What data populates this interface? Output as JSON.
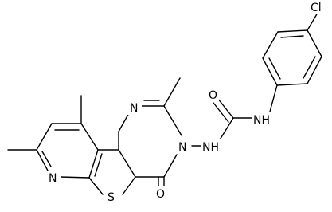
{
  "molecule": {
    "atoms": {
      "cl": "Cl",
      "o_urea": "O",
      "nh_urea": "NH",
      "nh_hydrazide": "NH",
      "n_pyrimidine_top": "N",
      "n_pyrimidine_3": "N",
      "o_ring": "O",
      "s_thiophene": "S",
      "n_pyridine": "N"
    },
    "colors": {
      "bonds": "#000000",
      "labels": "#000000",
      "background": "#ffffff"
    }
  }
}
